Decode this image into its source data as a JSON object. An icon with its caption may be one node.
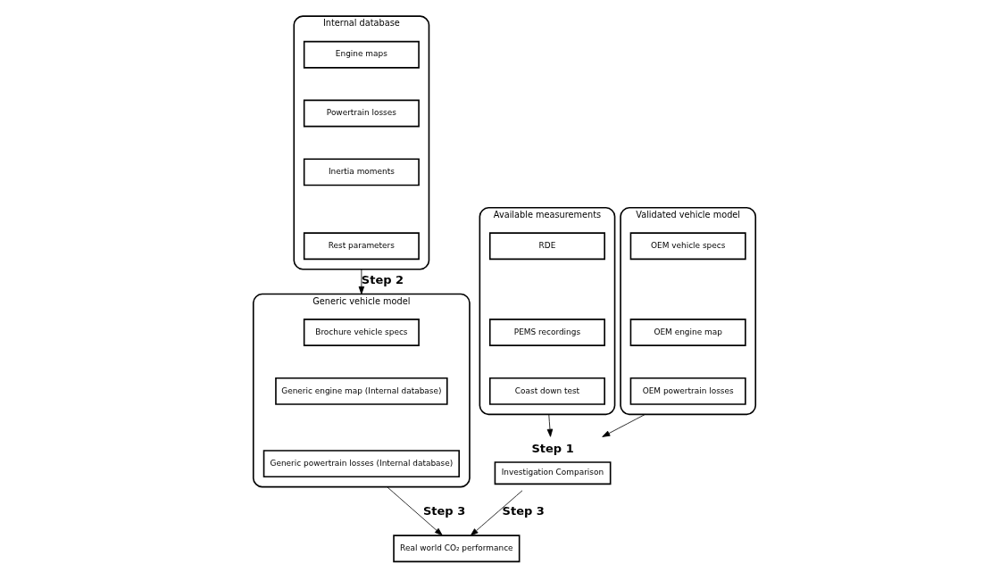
{
  "diagram": {
    "nodes": [
      {
        "text": [
          "Internal database"
        ]
      },
      {
        "text": [
          "Engine maps"
        ],
        "in": 0
      },
      {
        "text": [
          "Powertrain losses"
        ],
        "in": 0
      },
      {
        "text": [
          "Inertia moments"
        ],
        "in": 0
      },
      {
        "text": [
          "Rest parameters"
        ],
        "in": 0
      },
      {
        "text": [
          "Available measurements"
        ]
      },
      {
        "text": [
          "RDE"
        ],
        "in": 5
      },
      {
        "text": [
          "PEMS recordings"
        ],
        "in": 5
      },
      {
        "text": [
          "Coast down test"
        ],
        "in": 5
      },
      {
        "text": [
          "Validated vehicle model"
        ]
      },
      {
        "text": [
          "OEM vehicle specs"
        ],
        "in": 9
      },
      {
        "text": [
          "OEM engine map"
        ],
        "in": 9
      },
      {
        "text": [
          "OEM powertrain losses"
        ],
        "in": 9
      },
      {
        "text": [
          "Investigation Comparison"
        ],
        "beside": [
          "Step 1"
        ]
      },
      {
        "text": [
          "Generic vehicle model"
        ]
      },
      {
        "text": [
          "Brochure vehicle specs"
        ],
        "in": 14
      },
      {
        "text": [
          "Generic engine map (Internal database)"
        ],
        "in": 14
      },
      {
        "text": [
          "Generic powertrain losses (Internal database)"
        ],
        "in": 14
      },
      {
        "text": [
          "Real world CO₂ performance"
        ]
      }
    ],
    "edges": [
      {
        "from": 5,
        "to": 13,
        "arrow": "to"
      },
      {
        "from": 9,
        "to": 13,
        "arrow": "to"
      },
      {
        "from": 0,
        "to": 14,
        "arrow": "to",
        "label": "Step 2"
      },
      {
        "from": 13,
        "to": 18,
        "arrow": "to",
        "label": "Step 3"
      },
      {
        "from": 14,
        "to": 18,
        "arrow": "to",
        "label": "Step 3"
      }
    ]
  }
}
